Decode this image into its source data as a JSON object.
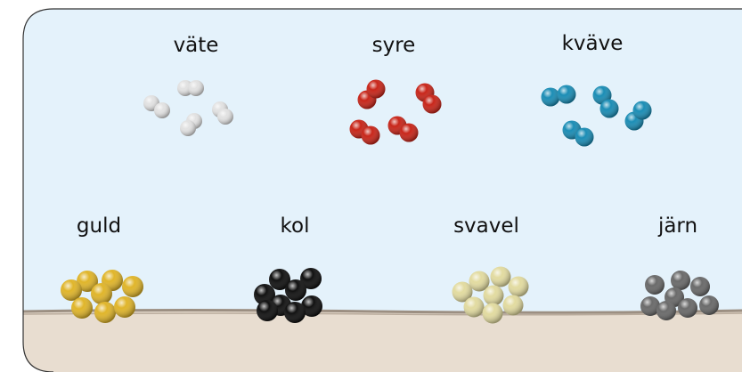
{
  "gases": [
    {
      "label": "väte",
      "color": "#e2e2e2",
      "pattern": "diatomic",
      "molecules": 4
    },
    {
      "label": "syre",
      "color": "#c8261a",
      "pattern": "diatomic",
      "molecules": 4
    },
    {
      "label": "kväve",
      "color": "#1b8db5",
      "pattern": "diatomic",
      "molecules": 4
    }
  ],
  "solids": [
    {
      "label": "guld",
      "color": "#e0b52a",
      "pattern": "cluster"
    },
    {
      "label": "kol",
      "color": "#111111",
      "pattern": "cluster"
    },
    {
      "label": "svavel",
      "color": "#e2dba0",
      "pattern": "cluster"
    },
    {
      "label": "järn",
      "color": "#6a6a6a",
      "pattern": "cluster"
    }
  ],
  "colors": {
    "sky": "#e4f2fb",
    "ground": "#e8ddd0",
    "border": "#333333"
  }
}
